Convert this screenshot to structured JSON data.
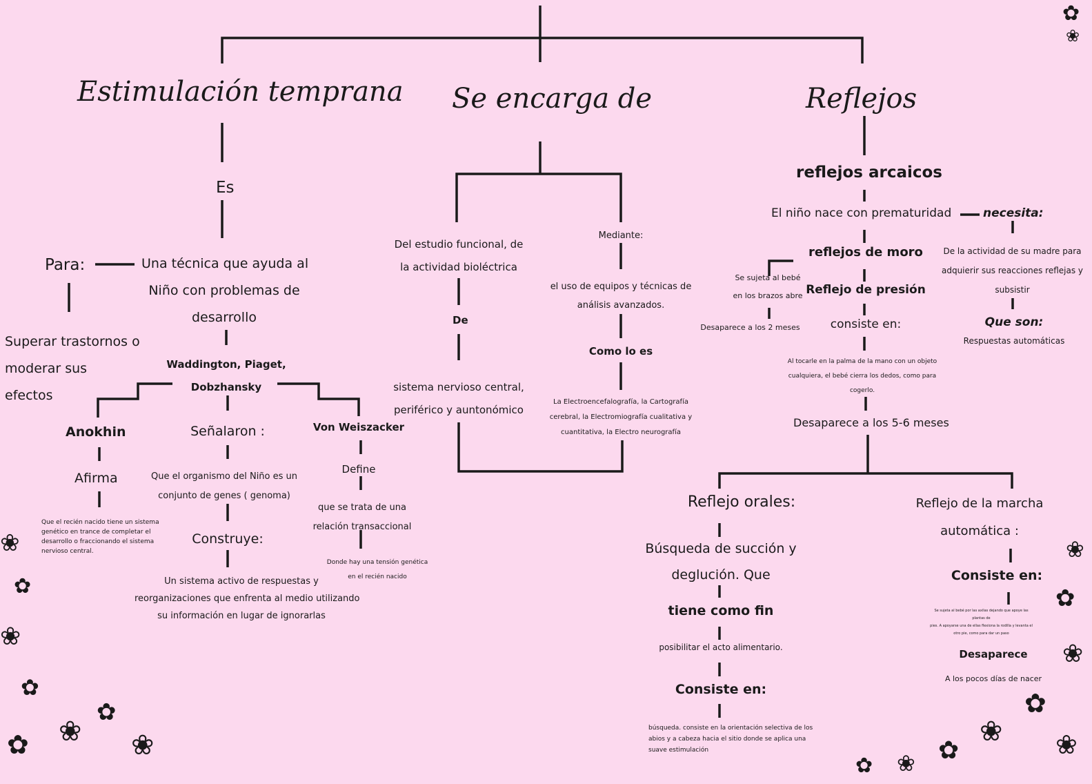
{
  "left": {
    "title": "Estimulación temprana",
    "es": "Es",
    "para": "Para:",
    "para_text": [
      "Superar trastornos o",
      "moderar sus",
      "efectos"
    ],
    "def": [
      "Una técnica que ayuda al",
      "Niño con problemas de",
      "desarrollo"
    ],
    "authors": [
      "Waddington, Piaget,",
      "Dobzhansky"
    ],
    "anokhin": "Anokhin",
    "afirma": "Afirma",
    "afirma_text": [
      "Que el recién nacido tiene un sistema",
      "genético en trance de completar el",
      "desarrollo o fraccionando el sistema",
      "nervioso central."
    ],
    "senalaron": "Señalaron :",
    "senalaron_text": [
      "Que el organismo del Niño es un",
      "conjunto de genes ( genoma)"
    ],
    "construye": "Construye:",
    "construye_text": [
      "Un sistema activo de respuestas y",
      "reorganizaciones que enfrenta al medio utilizando",
      "su información en lugar de ignorarlas"
    ],
    "von": "Von Weiszacker",
    "define": "Define",
    "define_text": [
      "que se trata de una",
      "relación transaccional"
    ],
    "tension": [
      "Donde hay una tensión genética",
      "en el recién nacido"
    ]
  },
  "middle": {
    "title": "Se encarga de",
    "estudio": [
      "Del estudio funcional, de",
      "la actividad bioléctrica"
    ],
    "de": "De",
    "sistema": [
      "sistema nervioso central,",
      "periférico y auntonómico"
    ],
    "mediante": "Mediante:",
    "uso": [
      "el uso de equipos  y técnicas de",
      "análisis avanzados."
    ],
    "como": "Como lo es",
    "como_text": [
      "La Electroencefalografía, la Cartografía",
      "cerebral, la Electromiografía cualitativa y",
      "cuantitativa, la Electro neurografía"
    ]
  },
  "right": {
    "title": "Reflejos",
    "arcaicos": "reflejos arcaicos",
    "prematuro": "El niño nace con prematuridad",
    "necesita": "necesita:",
    "necesita_text": [
      "De la actividad de su madre para",
      "adquierir sus reacciones reflejas y",
      "subsistir"
    ],
    "que_son": "Que son:",
    "respuestas": "Respuestas automáticas",
    "moro": "reflejos de moro",
    "sujeta": [
      "Se sujeta al bebé",
      "en los brazos abre"
    ],
    "desaparece2": "Desaparece a los 2 meses",
    "presion": "Reflejo de presión",
    "consiste": "consiste en:",
    "tocarle": [
      "Al tocarle en la palma de la mano con un objeto",
      "cualquiera, el bebé cierra los dedos, como para",
      "cogerlo."
    ],
    "desaparece56": "Desaparece a los 5-6 meses",
    "orales": "Reflejo orales:",
    "busqueda": [
      "Búsqueda de succión y",
      "deglución. Que"
    ],
    "fin": "tiene como fin",
    "posibilitar": "posibilitar el acto alimentario.",
    "consiste_oral": "Consiste en:",
    "busqueda_text": [
      "búsqueda. consiste en la orientación selectiva de los",
      "abios y a cabeza hacia el sitio donde se aplica una",
      "suave estimulación"
    ],
    "marcha": [
      "Reflejo de la marcha",
      "automática  :"
    ],
    "consiste_marcha": "Consiste en:",
    "marcha_text": [
      "Se sujeta al bebé por las axilas dejando que apoye las",
      "plantas de",
      "pies. A apoyarse una de ellas flexiona la rodilla y levanta el",
      "otro pie, como para dar un paso"
    ],
    "desaparece_label": "Desaparece",
    "pocos_dias": "A los pocos días de nacer"
  }
}
